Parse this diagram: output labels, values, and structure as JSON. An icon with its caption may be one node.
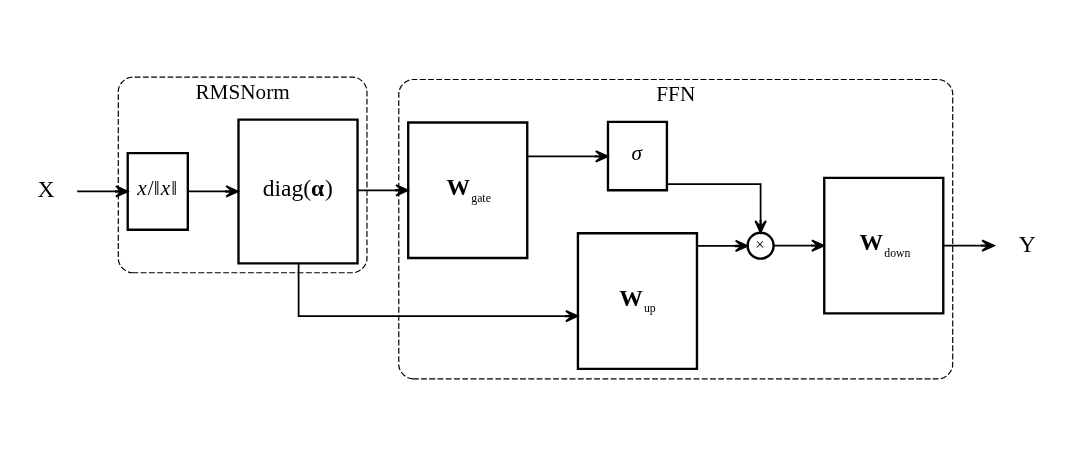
{
  "diagram": {
    "nodes": [
      {
        "text": [
          "X"
        ]
      },
      {
        "text": [
          "RMSNorm"
        ]
      },
      {
        "text": [
          "*x*/‖*x*‖"
        ],
        "in": 1
      },
      {
        "text": [
          "diag(**α**)"
        ],
        "in": 1
      },
      {
        "text": [
          "FFN"
        ]
      },
      {
        "text": [
          "**W**$_{gate}$"
        ],
        "in": 4
      },
      {
        "text": [
          "*σ*"
        ],
        "in": 4
      },
      {
        "text": [
          "**W**$_{up}$"
        ],
        "in": 4
      },
      {
        "text": [
          "×"
        ],
        "in": 4
      },
      {
        "text": [
          "**W**$_{down}$"
        ],
        "in": 4
      },
      {
        "text": [
          "Y"
        ]
      }
    ],
    "edges": [
      {
        "from": 0,
        "to": 2,
        "arrow": "to"
      },
      {
        "from": 2,
        "to": 3,
        "arrow": "to"
      },
      {
        "from": 3,
        "to": 5,
        "arrow": "to"
      },
      {
        "from": 3,
        "to": 7,
        "arrow": "to"
      },
      {
        "from": 5,
        "to": 6,
        "arrow": "to"
      },
      {
        "from": 6,
        "to": 8,
        "arrow": "to"
      },
      {
        "from": 7,
        "to": 8,
        "arrow": "to"
      },
      {
        "from": 8,
        "to": 9,
        "arrow": "to"
      },
      {
        "from": 9,
        "to": 10,
        "arrow": "to"
      }
    ]
  }
}
